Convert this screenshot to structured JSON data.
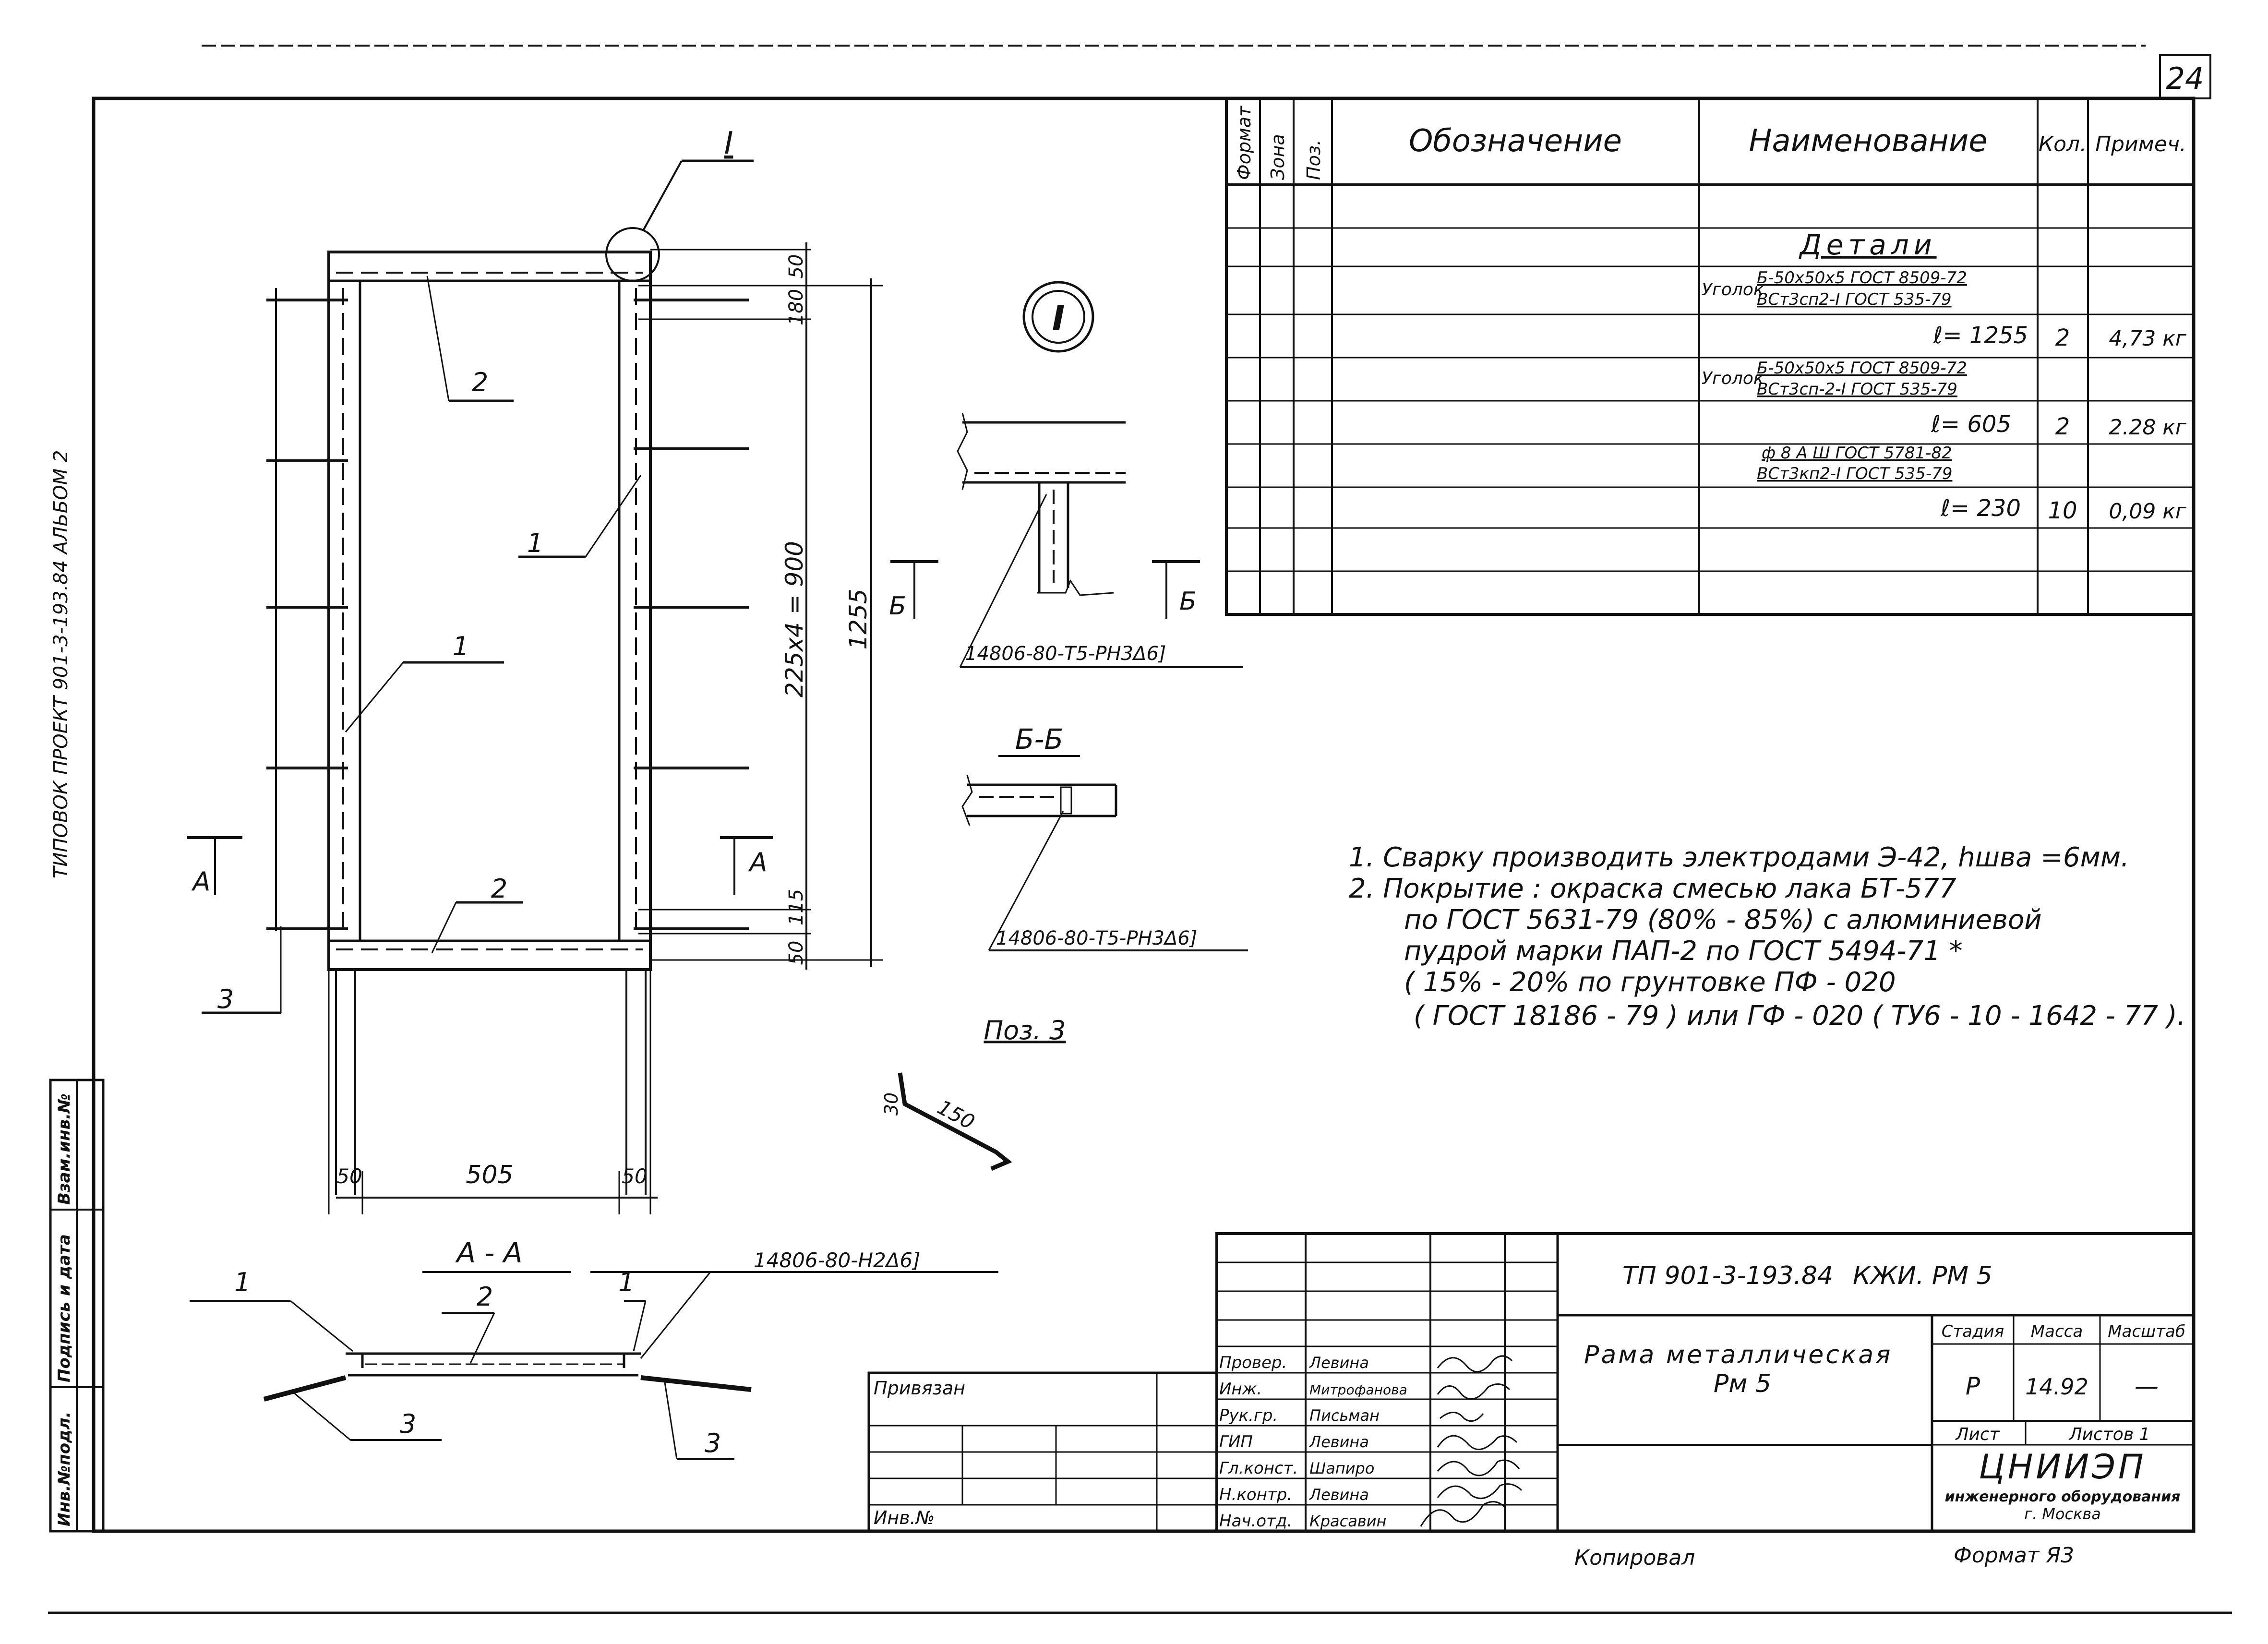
{
  "sheet": {
    "sheet_number": "24",
    "side_label": "ТИПОВОК  ПРОЕКТ 901-3-193.84  АЛЬБОМ 2",
    "copied": "Копировал",
    "format": "Формат Я3"
  },
  "side_stamp": [
    "Инв.№подл.",
    "Подпись и дата",
    "Взам.инв.№"
  ],
  "spec": {
    "headers": [
      "Формат",
      "Зона",
      "Поз.",
      "Обозначение",
      "Наименование",
      "Кол.",
      "Примеч."
    ],
    "section_title": "Детали",
    "items": [
      {
        "name_top": "Б-50х50х5 ГОСТ 8509-72",
        "name_bottom": "ВСт3сп2-I ГОСТ 535-79",
        "prefix": "Уголок",
        "length": "ℓ= 1255",
        "qty": "2",
        "note": "4,73 кг"
      },
      {
        "name_top": "Б-50х50х5 ГОСТ 8509-72",
        "name_bottom": "ВСт3сп-2-I ГОСТ 535-79",
        "prefix": "Уголок",
        "length": "ℓ= 605",
        "qty": "2",
        "note": "2.28 кг"
      },
      {
        "name_top": "ф 8 А Ш ГОСТ 5781-82",
        "name_bottom": "ВСт3кп2-I ГОСТ 535-79",
        "prefix": "",
        "length": "ℓ= 230",
        "qty": "10",
        "note": "0,09 кг"
      }
    ]
  },
  "drawing": {
    "detail_mark": "I",
    "detail_circle": "I",
    "pos_labels": [
      "1",
      "1",
      "2",
      "2",
      "3",
      "3",
      "3"
    ],
    "section_marks": {
      "A_left": "А",
      "A_right": "А",
      "B_left": "Б",
      "B_right": "Б"
    },
    "dims": {
      "d_top": "50",
      "d_180": "180",
      "d_115": "115",
      "d_bottom": "50",
      "d_pitch": "225х4 = 900",
      "d_total": "1255",
      "d_w1": "50",
      "d_w": "505",
      "d_w2": "50",
      "pos3_a": "30",
      "pos3_b": "150"
    },
    "weld_labels": [
      "14806-80-Т5-РН3Δ6]",
      "14806-80-Т5-РН3Δ6]",
      "14806-80-Н2Δ6]"
    ],
    "section_bb": "Б-Б",
    "section_aa": "А - А",
    "pos3_title": "Поз. 3"
  },
  "notes": [
    "1.  Сварку производить электродами Э-42, hшва =6мм.",
    "2.  Покрытие : окраска смесью лака БТ-577",
    "по ГОСТ 5631-79 (80% - 85%) с алюминиевой",
    "пудрой марки ПАП-2 по ГОСТ 5494-71 *",
    "( 15% - 20% по грунтовке ПФ - 020",
    "( ГОСТ 18186 - 79 ) или ГФ - 020 ( ТУ6 - 10 - 1642 - 77 )."
  ],
  "title_block": {
    "code": "ТП 901-3-193.84",
    "mark": "КЖИ. РМ 5",
    "title_line1": "Рама  металлическая",
    "title_line2": "Рм 5",
    "stage_h": "Стадия",
    "mass_h": "Масса",
    "scale_h": "Масштаб",
    "stage": "Р",
    "mass": "14.92",
    "scale": "—",
    "sheet_h": "Лист",
    "sheets_h": "Листов 1",
    "org1": "ЦНИИЭП",
    "org2": "инженерного оборудования",
    "org3": "г. Москва",
    "attached": "Привязан",
    "inv": "Инв.№",
    "roles": [
      "Провер.",
      "Инж.",
      "Рук.гр.",
      "ГИП",
      "Гл.конст.",
      "Н.контр.",
      "Нач.отд."
    ],
    "names": [
      "Левина",
      "Митрофанова",
      "Письман",
      "Левина",
      "Шапиро",
      "Левина",
      "Красавин"
    ]
  }
}
